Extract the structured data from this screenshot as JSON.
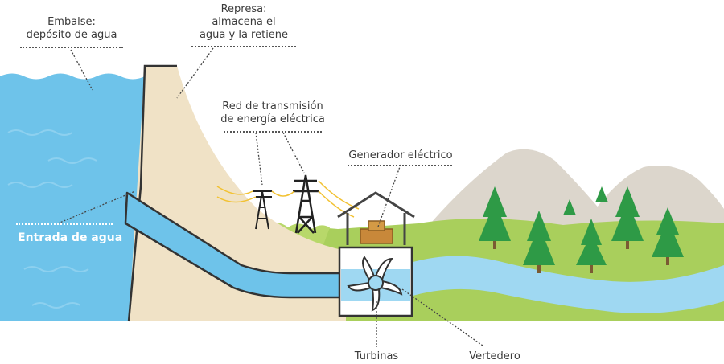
{
  "labels": {
    "reservoir": [
      "Embalse:",
      "depósito de agua"
    ],
    "dam": [
      "Represa:",
      "almacena el",
      "agua y la retiene"
    ],
    "grid": [
      "Red de transmisión",
      "de energía eléctrica"
    ],
    "generator": "Generador eléctrico",
    "intake": "Entrada de agua",
    "turbines": "Turbinas",
    "spillway": "Vertedero"
  },
  "colors": {
    "water": "#6ec3ea",
    "water_light": "#9fd8f2",
    "dam": "#f0e2c6",
    "grass": "#a9cf5c",
    "mountain": "#dcd6cc",
    "tree": "#2e9a46",
    "line": "#333333"
  }
}
